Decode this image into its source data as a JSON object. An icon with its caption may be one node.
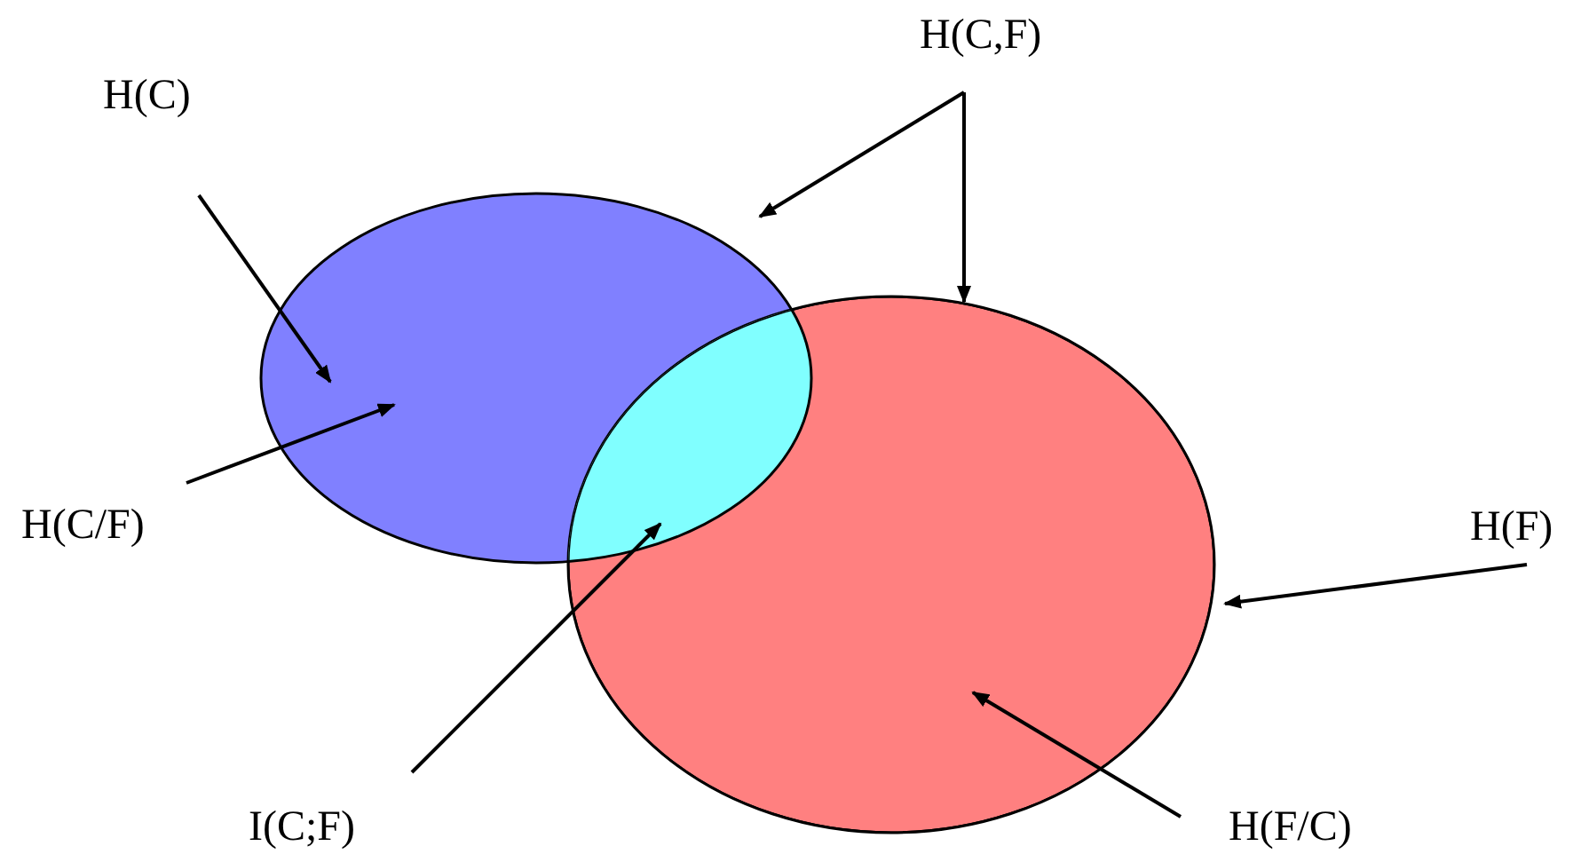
{
  "diagram": {
    "nodes": [
      {
        "text": [
          "H(C)"
        ]
      },
      {
        "text": [
          "H(C,F)"
        ]
      },
      {
        "text": [
          "H(C/F)"
        ]
      },
      {
        "text": [
          "I(C;F)"
        ]
      },
      {
        "text": [
          "H(F)"
        ]
      },
      {
        "text": [
          "H(F/C)"
        ]
      },
      {
        "text": [],
        "shape": "ellipse"
      },
      {
        "text": [],
        "shape": "ellipse"
      },
      {
        "text": [],
        "shape": "lens"
      }
    ],
    "edges": [
      {
        "from": 0,
        "to": 6,
        "arrow": "to"
      },
      {
        "from": 1,
        "to": 6,
        "arrow": "to"
      },
      {
        "from": 1,
        "to": 7,
        "arrow": "to"
      },
      {
        "from": 2,
        "to": 6,
        "arrow": "to"
      },
      {
        "from": 3,
        "to": 8,
        "arrow": "to"
      },
      {
        "from": 4,
        "to": 7,
        "arrow": "to"
      },
      {
        "from": 5,
        "to": 7,
        "arrow": "to"
      }
    ]
  }
}
